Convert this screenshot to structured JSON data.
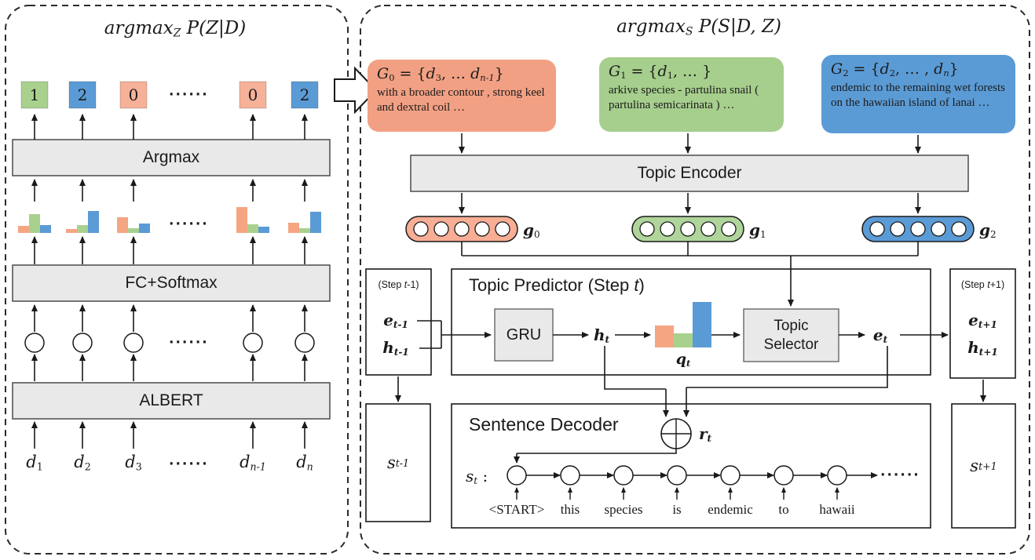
{
  "theme": {
    "orange_bar": "#F5A582",
    "green_bar": "#A9D18E",
    "blue": "#5B9BD5",
    "orange_square": "#F6B199",
    "green_square": "#A9D18E",
    "box_fill": "#E9E9E9",
    "box_border": "#4A4A4A",
    "line": "#1A1A1A"
  },
  "misc": {
    "dots": "······"
  },
  "left": {
    "title": [
      [
        "argmax",
        "i"
      ],
      [
        "Z",
        "sub i"
      ],
      [
        " P(Z|D)",
        "i"
      ]
    ],
    "assignments": [
      {
        "label": "1",
        "color": "#A9D18E"
      },
      {
        "label": "2",
        "color": "#5B9BD5"
      },
      {
        "label": "0",
        "color": "#F6B199"
      },
      {
        "dots": true
      },
      {
        "label": "0",
        "color": "#F6B199"
      },
      {
        "label": "2",
        "color": "#5B9BD5"
      }
    ],
    "argmax_label": "Argmax",
    "dist_colors": [
      "#F5A582",
      "#A9D18E",
      "#5B9BD5"
    ],
    "distributions": [
      {
        "heights": [
          9,
          24,
          10
        ]
      },
      {
        "heights": [
          5,
          10,
          28
        ]
      },
      {
        "heights": [
          20,
          6,
          12
        ]
      },
      {
        "heights": [
          33,
          11,
          8
        ]
      },
      {
        "heights": [
          13,
          6,
          27
        ]
      }
    ],
    "fc_label": "FC+Softmax",
    "albert_label": "ALBERT",
    "inputs": [
      [
        [
          "d",
          "i"
        ],
        [
          "1",
          "sub"
        ]
      ],
      [
        [
          "d",
          "i"
        ],
        [
          "2",
          "sub"
        ]
      ],
      [
        [
          "d",
          "i"
        ],
        [
          "3",
          "sub"
        ]
      ],
      null,
      [
        [
          "d",
          "i"
        ],
        [
          "n-1",
          "sub i"
        ]
      ],
      [
        [
          "d",
          "i"
        ],
        [
          "n",
          "sub i"
        ]
      ]
    ]
  },
  "right": {
    "title": [
      [
        "argmax",
        "i"
      ],
      [
        "S",
        "sub i"
      ],
      [
        " P(S|D, Z)",
        "i"
      ]
    ],
    "groups": [
      {
        "formula": [
          [
            "G",
            "i"
          ],
          [
            "0",
            "sub"
          ],
          [
            " = {",
            ""
          ],
          [
            "d",
            "i"
          ],
          [
            "3",
            "sub"
          ],
          [
            ", … ",
            ""
          ],
          [
            "d",
            "i"
          ],
          [
            "n-1",
            "sub i"
          ],
          [
            "}",
            ""
          ]
        ],
        "text": "with a broader contour , strong keel and dextral coil …",
        "color": "#F2A083"
      },
      {
        "formula": [
          [
            "G",
            "i"
          ],
          [
            "1",
            "sub"
          ],
          [
            " = {",
            ""
          ],
          [
            "d",
            "i"
          ],
          [
            "1",
            "sub"
          ],
          [
            ", … }",
            ""
          ]
        ],
        "text": "arkive species - partulina snail ( partulina semicarinata ) …",
        "color": "#A6CE8D"
      },
      {
        "formula": [
          [
            "G",
            "i"
          ],
          [
            "2",
            "sub"
          ],
          [
            " = {",
            ""
          ],
          [
            "d",
            "i"
          ],
          [
            "2",
            "sub"
          ],
          [
            ", … , ",
            ""
          ],
          [
            "d",
            "i"
          ],
          [
            "n",
            "sub i"
          ],
          [
            "}",
            ""
          ]
        ],
        "text": "endemic to the remaining wet forests on the hawaiian island of lanai …",
        "color": "#5B9BD5"
      }
    ],
    "encoder_label": "Topic Encoder",
    "topic_vectors": [
      {
        "label": [
          [
            "g",
            "b i"
          ],
          [
            "0",
            "sub"
          ]
        ],
        "color": "#F7AE94"
      },
      {
        "label": [
          [
            "g",
            "b i"
          ],
          [
            "1",
            "sub"
          ]
        ],
        "color": "#AFD59B"
      },
      {
        "label": [
          [
            "g",
            "b i"
          ],
          [
            "2",
            "sub"
          ]
        ],
        "color": "#5B9BD5"
      }
    ],
    "predictor": {
      "title": [
        [
          "Topic Predictor (Step ",
          ""
        ],
        [
          "t",
          "i"
        ],
        [
          ")",
          ""
        ]
      ],
      "step_prev": {
        "title": [
          [
            "(Step ",
            ""
          ],
          [
            "t",
            "i"
          ],
          [
            "-1)",
            ""
          ]
        ],
        "e": [
          [
            "e",
            "b i"
          ],
          [
            "t-1",
            "sub b i"
          ]
        ],
        "h": [
          [
            "h",
            "b i"
          ],
          [
            "t-1",
            "sub b i"
          ]
        ]
      },
      "gru_label": "GRU",
      "h_t": [
        [
          "h",
          "b i"
        ],
        [
          "t",
          "sub b i"
        ]
      ],
      "q_heights": [
        28,
        18,
        58
      ],
      "q_label": [
        [
          "q",
          "b i"
        ],
        [
          "t",
          "sub b i"
        ]
      ],
      "selector_label": "Topic Selector",
      "e_t": [
        [
          "e",
          "b i"
        ],
        [
          "t",
          "sub b i"
        ]
      ],
      "step_next": {
        "title": [
          [
            "(Step ",
            ""
          ],
          [
            "t",
            "i"
          ],
          [
            "+1)",
            ""
          ]
        ],
        "e": [
          [
            "e",
            "b i"
          ],
          [
            "t+1",
            "sub b i"
          ]
        ],
        "h": [
          [
            "h",
            "b i"
          ],
          [
            "t+1",
            "sub b i"
          ]
        ]
      }
    },
    "decoder": {
      "title": "Sentence Decoder",
      "r_t": [
        [
          "r",
          "b i"
        ],
        [
          "t",
          "sub b i"
        ]
      ],
      "s_t": [
        [
          "s",
          "i"
        ],
        [
          "t",
          "sub i"
        ],
        [
          "  :",
          ""
        ]
      ],
      "words": [
        "<START>",
        "this",
        "species",
        "is",
        "endemic",
        "to",
        "hawaii"
      ],
      "trailing_dots": "······"
    },
    "s_prev": [
      [
        "s",
        "i"
      ],
      [
        "t-1",
        "sub i"
      ]
    ],
    "s_next": [
      [
        "s",
        "i"
      ],
      [
        "t+1",
        "sub i"
      ]
    ]
  }
}
